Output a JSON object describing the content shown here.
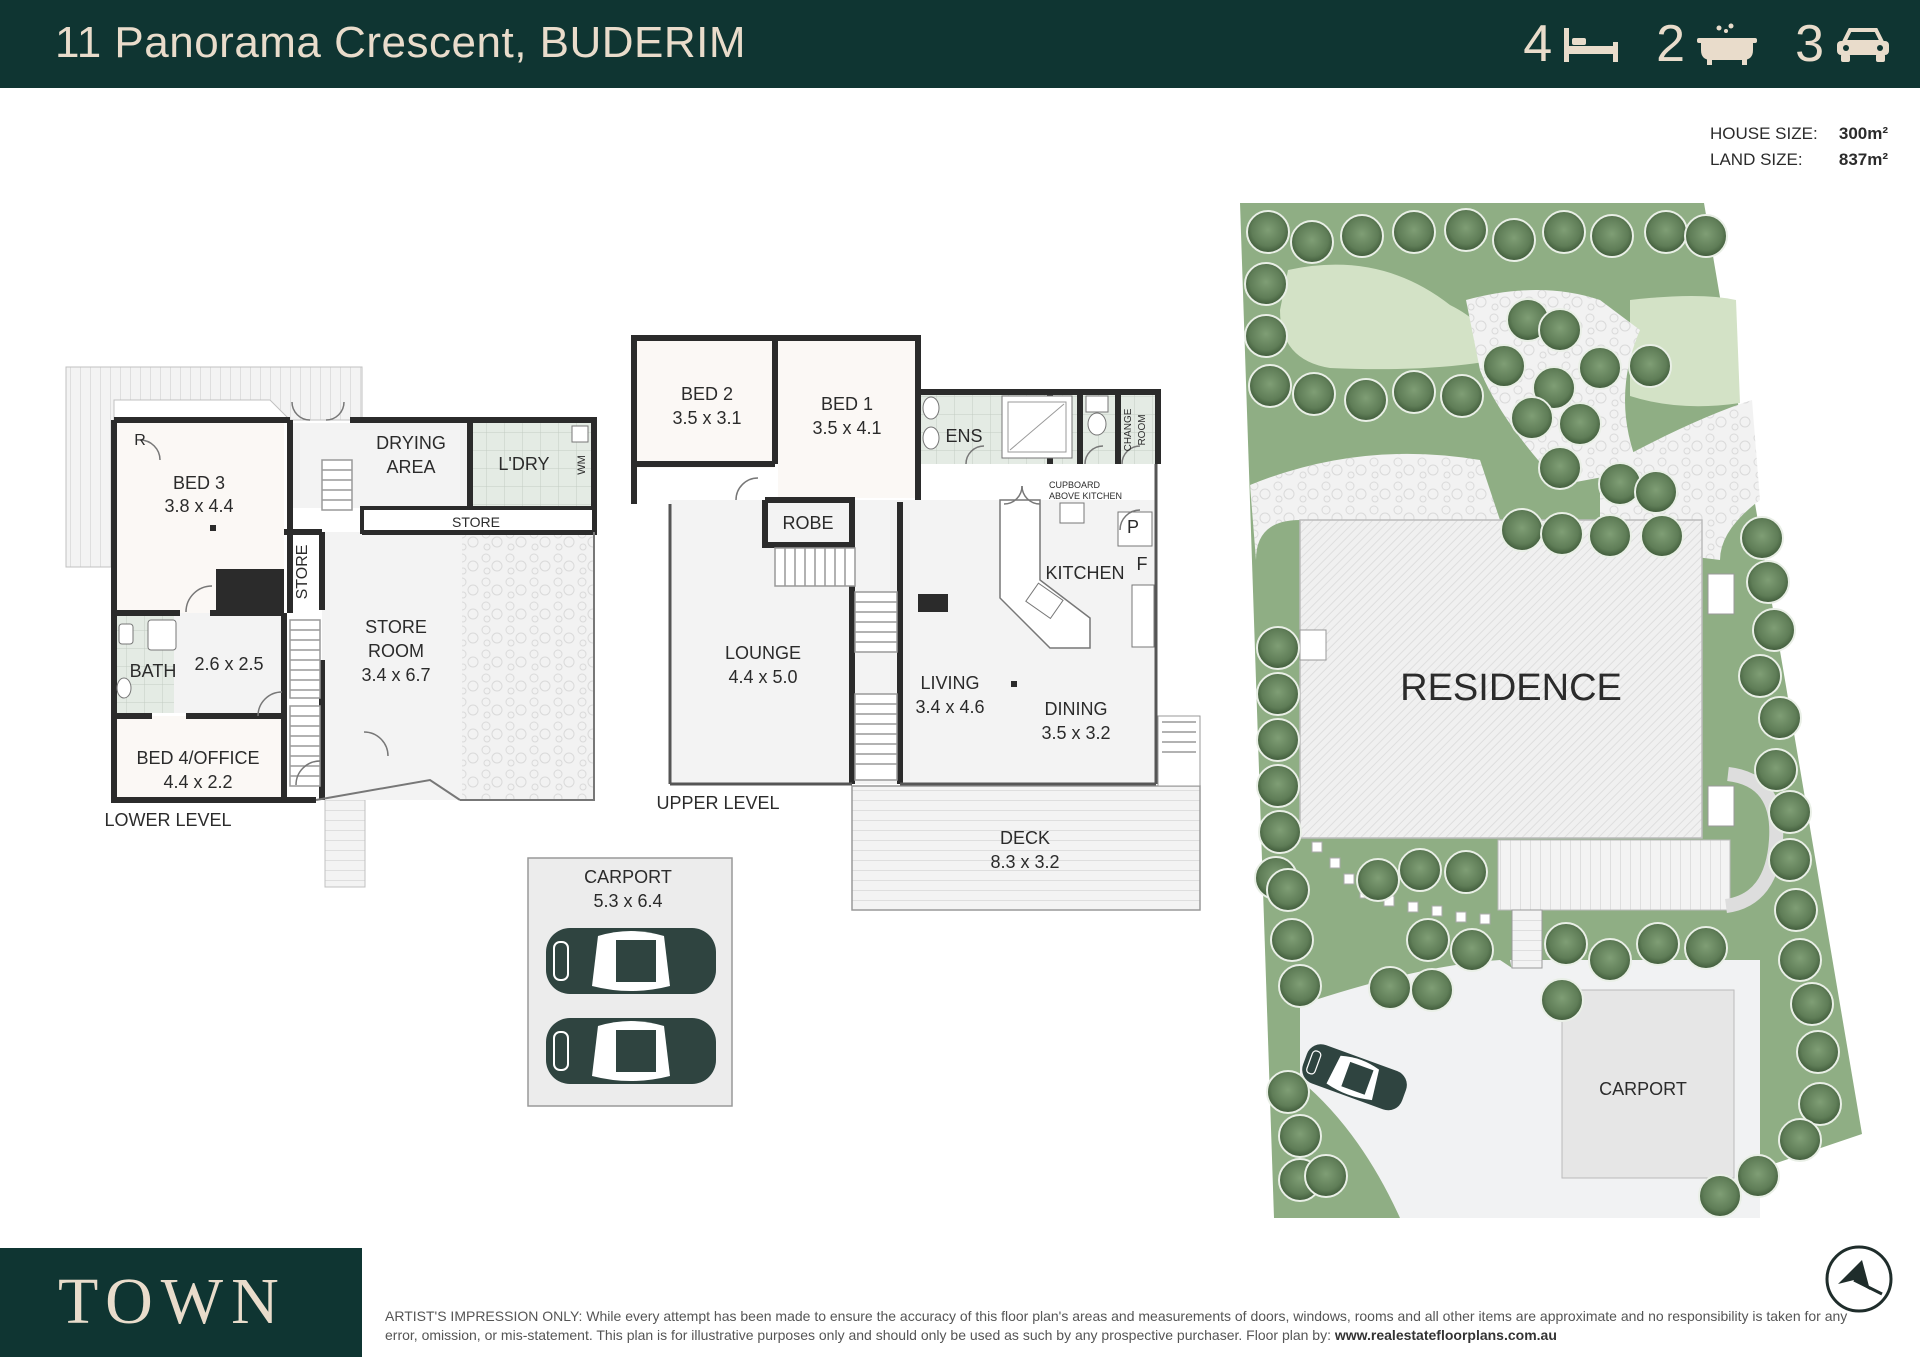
{
  "header": {
    "title": "11 Panorama Crescent, BUDERIM",
    "beds": "4",
    "baths": "2",
    "cars": "3"
  },
  "sizes": {
    "house_label": "HOUSE SIZE:",
    "house_value": "300m²",
    "land_label": "LAND SIZE:",
    "land_value": "837m²"
  },
  "lower_level": {
    "label": "LOWER LEVEL",
    "rooms": {
      "bed3": {
        "name": "BED 3",
        "size": "3.8 x 4.4"
      },
      "r": "R",
      "drying": {
        "name1": "DRYING",
        "name2": "AREA"
      },
      "ldry": "L'DRY",
      "wm": "WM",
      "store_small": "STORE",
      "store_vertical": "STORE",
      "store_room": {
        "name1": "STORE",
        "name2": "ROOM",
        "size": "3.4 x 6.7"
      },
      "hall": "2.6 x 2.5",
      "bath": "BATH",
      "bed4": {
        "name": "BED 4/OFFICE",
        "size": "4.4 x 2.2"
      }
    }
  },
  "upper_level": {
    "label": "UPPER LEVEL",
    "rooms": {
      "bed2": {
        "name": "BED 2",
        "size": "3.5 x 3.1"
      },
      "bed1": {
        "name": "BED 1",
        "size": "3.5 x 4.1"
      },
      "ens": "ENS",
      "change_room": {
        "l1": "CHANGE",
        "l2": "ROOM"
      },
      "cupboard": {
        "l1": "CUPBOARD",
        "l2": "ABOVE KITCHEN"
      },
      "robe": "ROBE",
      "p": "P",
      "f": "F",
      "kitchen": "KITCHEN",
      "lounge": {
        "name": "LOUNGE",
        "size": "4.4 x 5.0"
      },
      "living": {
        "name": "LIVING",
        "size": "3.4 x 4.6"
      },
      "dining": {
        "name": "DINING",
        "size": "3.5 x 3.2"
      },
      "deck": {
        "name": "DECK",
        "size": "8.3 x 3.2"
      }
    }
  },
  "carport_plan": {
    "name": "CARPORT",
    "size": "5.3 x 6.4"
  },
  "site": {
    "residence": "RESIDENCE",
    "carport": "CARPORT"
  },
  "footer": {
    "logo": "TOWN",
    "disclaimer": "ARTIST'S IMPRESSION ONLY: While every attempt has been made to ensure the accuracy of this floor plan's areas and measurements of doors, windows, rooms and all other items are approximate and no responsibility is taken for any error, omission, or mis-statement. This plan is for illustrative purposes only and should only be used as such by any prospective purchaser. Floor plan by:",
    "url": "www.realestatefloorplans.com.au"
  },
  "colors": {
    "brand": "#0f3532",
    "brand_text": "#e9dccb",
    "wall": "#2b2b2b",
    "garden": "#8fae84",
    "lawn": "#d3e2c6"
  }
}
